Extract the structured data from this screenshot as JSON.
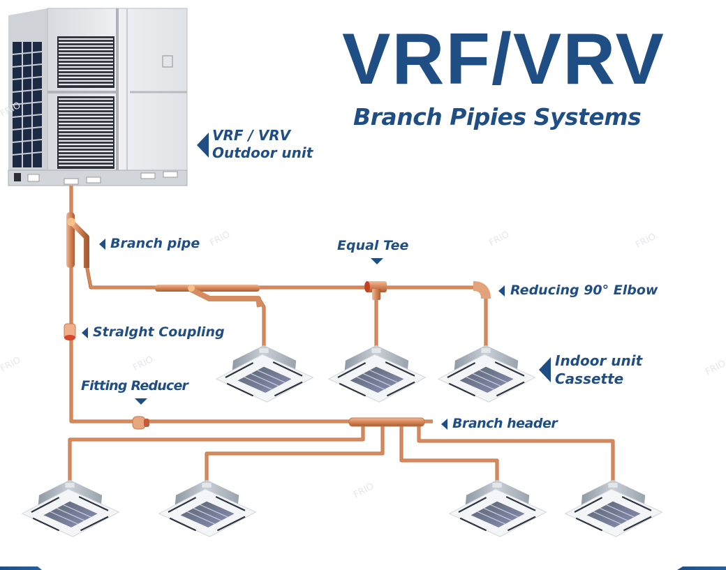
{
  "title": {
    "main": "VRF/VRV",
    "subtitle": "Branch Pipies Systems"
  },
  "labels": {
    "outdoor_unit_line1": "VRF / VRV",
    "outdoor_unit_line2": "Outdoor unit",
    "branch_pipe": "Branch pipe",
    "equal_tee": "Equal Tee",
    "reducing_elbow": "Reducing 90°  Elbow",
    "straight_coupling": "Stralght Coupling",
    "indoor_unit_line1": "Indoor unit",
    "indoor_unit_line2": "Cassette",
    "fitting_reducer": "Fitting Reducer",
    "branch_header": "Branch header"
  },
  "watermark": "FRIO",
  "colors": {
    "brand_blue": "#1f4e85",
    "copper": "#d98a5c",
    "copper_dark": "#b8673a",
    "background": "#ffffff"
  },
  "components": {
    "outdoor_unit_count": 1,
    "indoor_cassette_count": 7
  }
}
